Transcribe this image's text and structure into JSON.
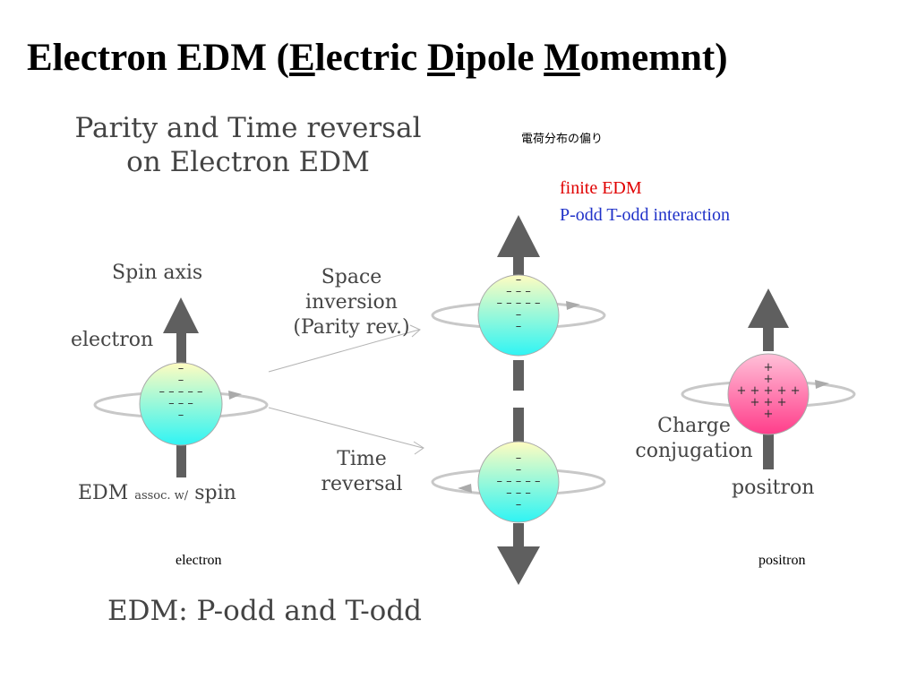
{
  "title": {
    "pre": "Electron EDM (",
    "e": "E",
    "lectric": "lectric ",
    "d": "D",
    "ipole": "ipole ",
    "m": "M",
    "omemnt": "omemnt)"
  },
  "figure": {
    "heading_line1": "Parity and Time reversal",
    "heading_line2": "on Electron EDM",
    "spin_axis": "Spin axis",
    "electron": "electron",
    "edm_main": "EDM ",
    "edm_small": "assoc. w/",
    "edm_spin": " spin",
    "space_line1": "Space",
    "space_line2": "inversion",
    "space_line3": "(Parity rev.)",
    "time_line1": "Time",
    "time_line2": "reversal",
    "charge_line1": "Charge",
    "charge_line2": "conjugation",
    "positron": "positron",
    "bottom": "EDM: P-odd and T-odd"
  },
  "annotations": {
    "japanese": "電荷分布の偏り",
    "finite_edm": "finite EDM",
    "interaction": "P-odd T-odd interaction",
    "label_electron": "electron",
    "label_positron": "positron"
  },
  "colors": {
    "red": "#e00000",
    "blue": "#1f31c8",
    "arrow": "#5f5f5f",
    "electron_top": "#fffcc0",
    "electron_bottom": "#2ff4f4",
    "positron_top": "#ffc0d8",
    "positron_bottom": "#ff3d8a"
  },
  "spheres": {
    "electron_charges": [
      "–",
      "–",
      "– – – – –",
      "– – –",
      "–"
    ],
    "parity_charges": [
      "–",
      "– – –",
      "– – – – –",
      "–",
      "–"
    ],
    "time_charges": [
      "–",
      "–",
      "– – – – –",
      "– – –",
      "–"
    ],
    "positron_charges": [
      "+",
      "+",
      "+ + + + +",
      "+ + +",
      "+"
    ]
  }
}
